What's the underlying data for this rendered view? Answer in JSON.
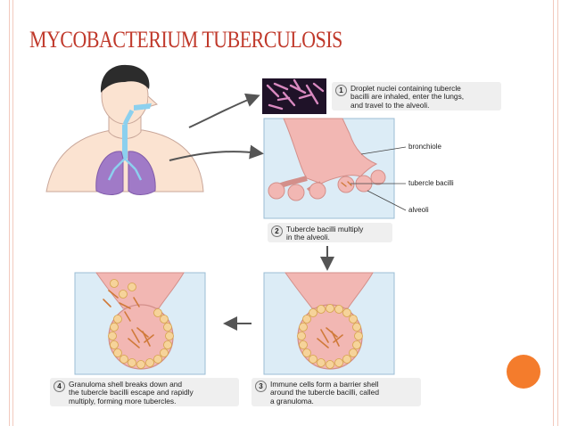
{
  "title": "MYCOBACTERIUM TUBERCULOSIS",
  "steps": [
    {
      "num": "1",
      "text": [
        "Droplet nuclei containing tubercle",
        "bacilli are inhaled, enter the lungs,",
        "and travel to the alveoli."
      ]
    },
    {
      "num": "2",
      "text": [
        "Tubercle bacilli multiply",
        "in the alveoli."
      ]
    },
    {
      "num": "3",
      "text": [
        "Immune cells form a barrier shell",
        "around the tubercle bacilli, called",
        "a granuloma."
      ]
    },
    {
      "num": "4",
      "text": [
        "Granuloma shell breaks down and",
        "the tubercle bacilli escape and rapidly",
        "multiply, forming more tubercles."
      ]
    }
  ],
  "labels": {
    "bronchiole": "bronchiole",
    "tubercle_bacilli": "tubercle bacilli",
    "alveoli": "alveoli"
  },
  "colors": {
    "title": "#c0392b",
    "accent_dot": "#f47c2c",
    "panel_bg": "#dcecf6",
    "tissue": "#f2b7b3",
    "bacilli": "#f6d39a",
    "lungs": "#a07ac7"
  }
}
